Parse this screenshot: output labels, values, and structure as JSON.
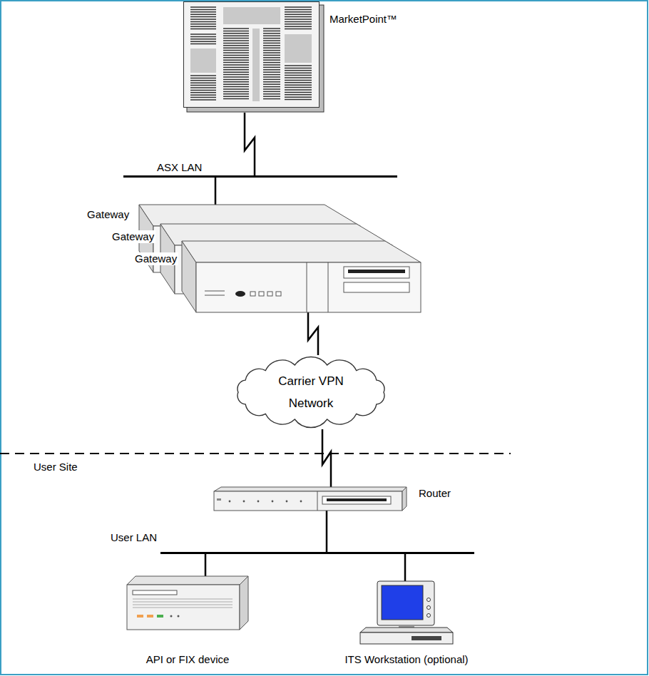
{
  "diagram": {
    "nodes": [
      {
        "text": [
          "MarketPoint™"
        ]
      },
      {
        "text": [
          "ASX LAN"
        ]
      },
      {
        "text": [
          "Gateway"
        ]
      },
      {
        "text": [
          "Gateway"
        ]
      },
      {
        "text": [
          "Gateway"
        ]
      },
      {
        "text": [
          "Carrier VPN Network"
        ]
      },
      {
        "text": [
          "Router"
        ]
      },
      {
        "text": [
          "User LAN"
        ]
      },
      {
        "text": [
          "API or FIX device"
        ]
      },
      {
        "text": [
          "ITS Workstation (optional)"
        ]
      }
    ],
    "edges": [
      {
        "from": 0,
        "to": 1,
        "arrow": "none"
      },
      {
        "from": 1,
        "to": 2,
        "arrow": "none"
      },
      {
        "from": 4,
        "to": 5,
        "arrow": "none"
      },
      {
        "from": 5,
        "to": 6,
        "arrow": "none"
      },
      {
        "from": 6,
        "to": 7,
        "arrow": "none"
      },
      {
        "from": 7,
        "to": 8,
        "arrow": "none"
      },
      {
        "from": 7,
        "to": 9,
        "arrow": "none"
      }
    ],
    "labels": [
      "User Site"
    ]
  }
}
